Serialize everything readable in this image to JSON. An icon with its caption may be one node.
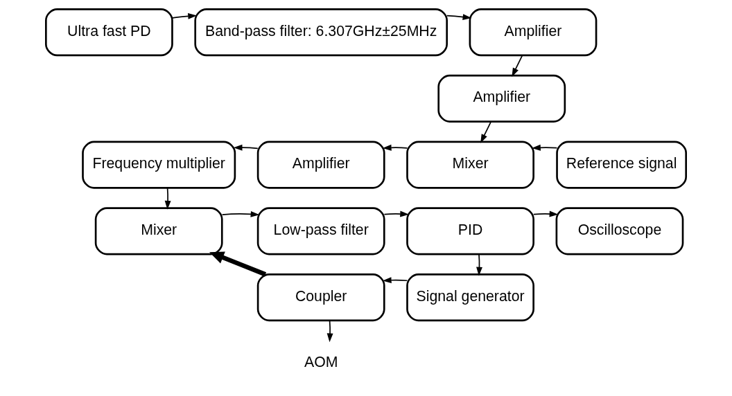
{
  "diagram": {
    "nodes": [
      {
        "text": [
          "Ultra fast PD"
        ]
      },
      {
        "text": [
          "Band-pass filter: 6.307GHz±25MHz"
        ]
      },
      {
        "text": [
          "Amplifier"
        ]
      },
      {
        "text": [
          "Amplifier"
        ]
      },
      {
        "text": [
          "Frequency multiplier"
        ]
      },
      {
        "text": [
          "Amplifier"
        ]
      },
      {
        "text": [
          "Mixer"
        ]
      },
      {
        "text": [
          "Reference signal"
        ]
      },
      {
        "text": [
          "Mixer"
        ]
      },
      {
        "text": [
          "Low-pass filter"
        ]
      },
      {
        "text": [
          "PID"
        ]
      },
      {
        "text": [
          "Oscilloscope"
        ]
      },
      {
        "text": [
          "Coupler"
        ]
      },
      {
        "text": [
          "Signal generator"
        ]
      },
      {
        "text": [
          "AOM"
        ]
      }
    ],
    "edges": [
      {
        "from": 0,
        "to": 1,
        "arrow": "to"
      },
      {
        "from": 1,
        "to": 2,
        "arrow": "to"
      },
      {
        "from": 2,
        "to": 3,
        "arrow": "to"
      },
      {
        "from": 3,
        "to": 6,
        "arrow": "to"
      },
      {
        "from": 7,
        "to": 6,
        "arrow": "to"
      },
      {
        "from": 6,
        "to": 5,
        "arrow": "to"
      },
      {
        "from": 5,
        "to": 4,
        "arrow": "to"
      },
      {
        "from": 4,
        "to": 8,
        "arrow": "to"
      },
      {
        "from": 8,
        "to": 9,
        "arrow": "to"
      },
      {
        "from": 9,
        "to": 10,
        "arrow": "to"
      },
      {
        "from": 10,
        "to": 11,
        "arrow": "to"
      },
      {
        "from": 10,
        "to": 13,
        "arrow": "to"
      },
      {
        "from": 13,
        "to": 12,
        "arrow": "to"
      },
      {
        "from": 12,
        "to": 8,
        "arrow": "to",
        "style": "thick"
      },
      {
        "from": 12,
        "to": 14,
        "arrow": "to"
      }
    ]
  }
}
